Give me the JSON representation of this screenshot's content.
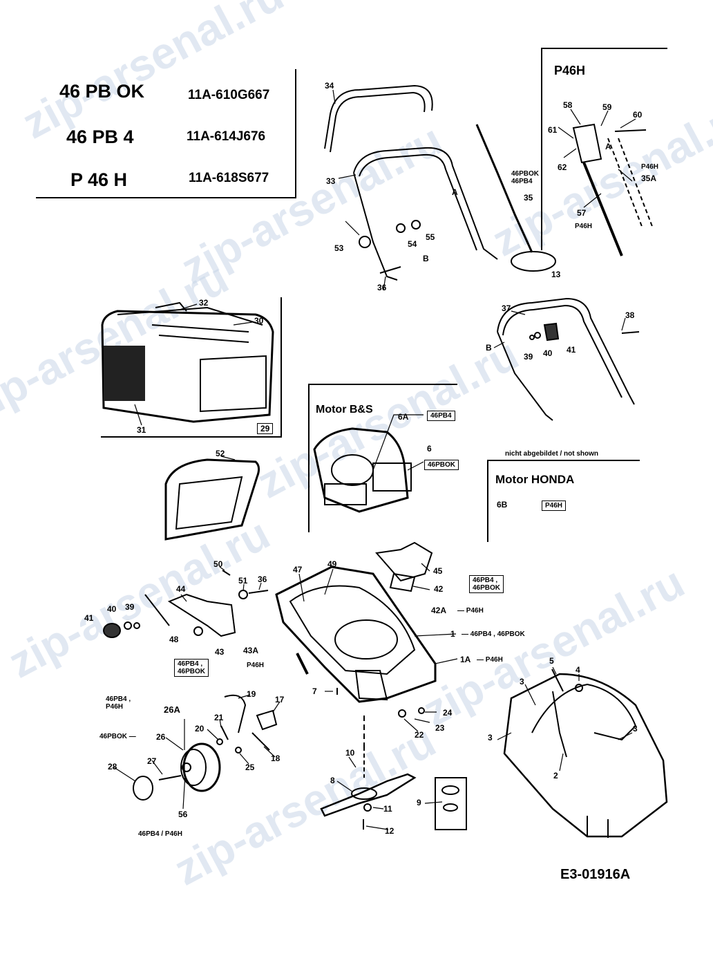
{
  "models": [
    {
      "name": "46 PB OK",
      "code": "11A-610G667"
    },
    {
      "name": "46 PB 4",
      "code": "11A-614J676"
    },
    {
      "name": "P 46 H",
      "code": "11A-618S677"
    }
  ],
  "watermark": "zip-arsenal.ru",
  "boxes": {
    "p46h": "P46H",
    "motor_bs": "Motor B&S",
    "motor_honda": "Motor HONDA",
    "not_shown": "nicht abgebildet / not shown"
  },
  "drawing_id": "E3-01916A",
  "labels": {
    "l34": "34",
    "l33": "33",
    "lA1": "A",
    "lB1": "B",
    "l53": "53",
    "l54": "54",
    "l55": "55",
    "l36a": "36",
    "l35": "35",
    "l35tag": "46PBOK\n46PB4",
    "l13": "13",
    "l58": "58",
    "l59": "59",
    "l60": "60",
    "l61": "61",
    "l62": "62",
    "lA2": "A",
    "l35A": "35A",
    "l35Atag": "P46H",
    "l57": "57",
    "l57tag": "P46H",
    "l32": "32",
    "l30": "30",
    "l31": "31",
    "l29": "29",
    "l37": "37",
    "l38": "38",
    "lB2": "B",
    "l39": "39",
    "l40": "40",
    "l41": "41",
    "l52": "52",
    "l6A": "6A",
    "l6Atag": "46PB4",
    "l6": "6",
    "l6tag": "46PBOK",
    "l6B": "6B",
    "l6Btag": "P46H",
    "l50": "50",
    "l51": "51",
    "l36b": "36",
    "l44": "44",
    "l41b": "41",
    "l40b": "40",
    "l39b": "39",
    "l48": "48",
    "l43": "43",
    "l43A": "43A",
    "l43tag": "46PB4 ,\n46PBOK",
    "l43Atag": "P46H",
    "l47": "47",
    "l49": "49",
    "l45": "45",
    "l42": "42",
    "l42tag": "46PB4 ,\n46PBOK",
    "l42A": "42A",
    "l42Atag": "— P46H",
    "l1": "1",
    "l1tag": "— 46PB4 , 46PBOK",
    "l1A": "1A",
    "l1Atag": "— P46H",
    "l7": "7",
    "l24": "24",
    "l23": "23",
    "l22": "22",
    "l19": "19",
    "l17": "17",
    "l21": "21",
    "l20": "20",
    "l18": "18",
    "l25": "25",
    "l26Atag": "46PB4 ,\nP46H",
    "l26A": "26A",
    "l26tag": "46PBOK —",
    "l26": "26",
    "l28": "28",
    "l27": "27",
    "l56": "56",
    "l56tag": "46PB4 / P46H",
    "l10": "10",
    "l8": "8",
    "l11": "11",
    "l12": "12",
    "l9": "9",
    "l5": "5",
    "l4": "4",
    "l3a": "3",
    "l3b": "3",
    "l3c": "3",
    "l2": "2"
  },
  "colors": {
    "ink": "#000000",
    "watermark": "#c9d7e8",
    "paper": "#ffffff"
  }
}
